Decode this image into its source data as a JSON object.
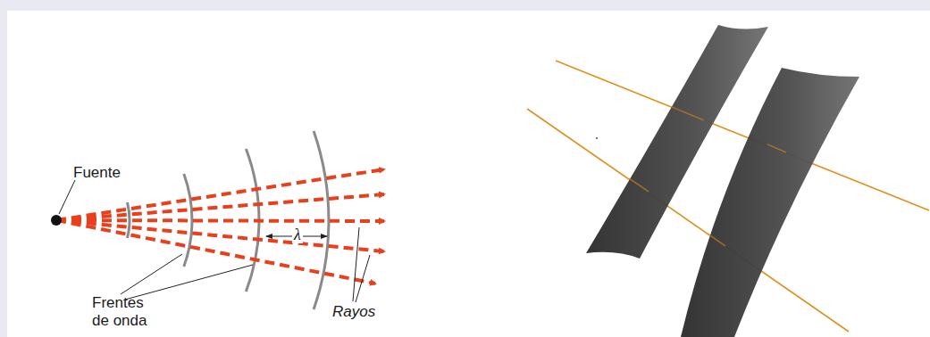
{
  "diagram": {
    "labels": [
      "Fuente",
      "λ",
      "Frentes de onda",
      "Rayos"
    ]
  }
}
